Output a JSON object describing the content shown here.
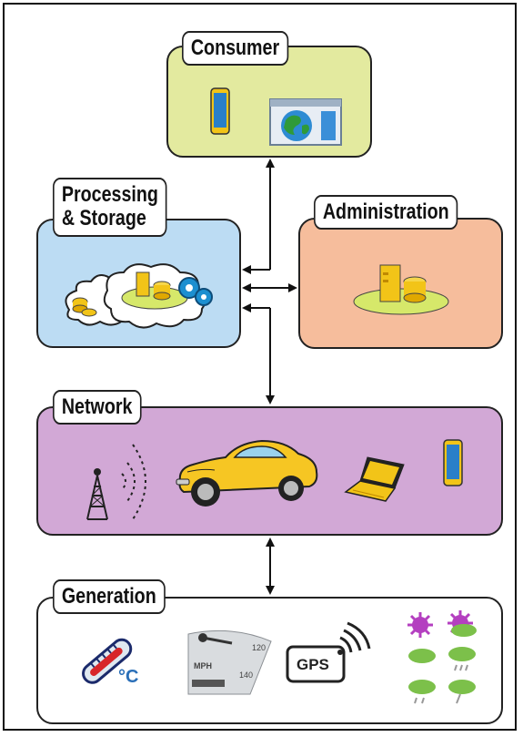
{
  "diagram": {
    "nodes": {
      "consumer": {
        "title": "Consumer",
        "color": "#e3ea9f"
      },
      "processing": {
        "title_line1": "Processing",
        "title_line2": "& Storage",
        "color": "#bcdcf3"
      },
      "administration": {
        "title": "Administration",
        "color": "#f6bd9c"
      },
      "network": {
        "title": "Network",
        "color": "#d2a8d6"
      },
      "generation": {
        "title": "Generation",
        "color": "#ffffff"
      }
    },
    "generation_icons": {
      "temperature_unit": "°C",
      "speedometer_unit": "MPH",
      "speedometer_tick_top": "120",
      "speedometer_tick_bottom": "140",
      "gps_label": "GPS"
    },
    "icons": [
      "tablet-icon",
      "browser-globe-icon",
      "cloud-icon",
      "server-icon",
      "database-icon",
      "gears-icon",
      "cell-tower-icon",
      "car-icon",
      "laptop-icon",
      "thermometer-icon",
      "speedometer-icon",
      "gps-device-icon",
      "weather-icons"
    ]
  }
}
